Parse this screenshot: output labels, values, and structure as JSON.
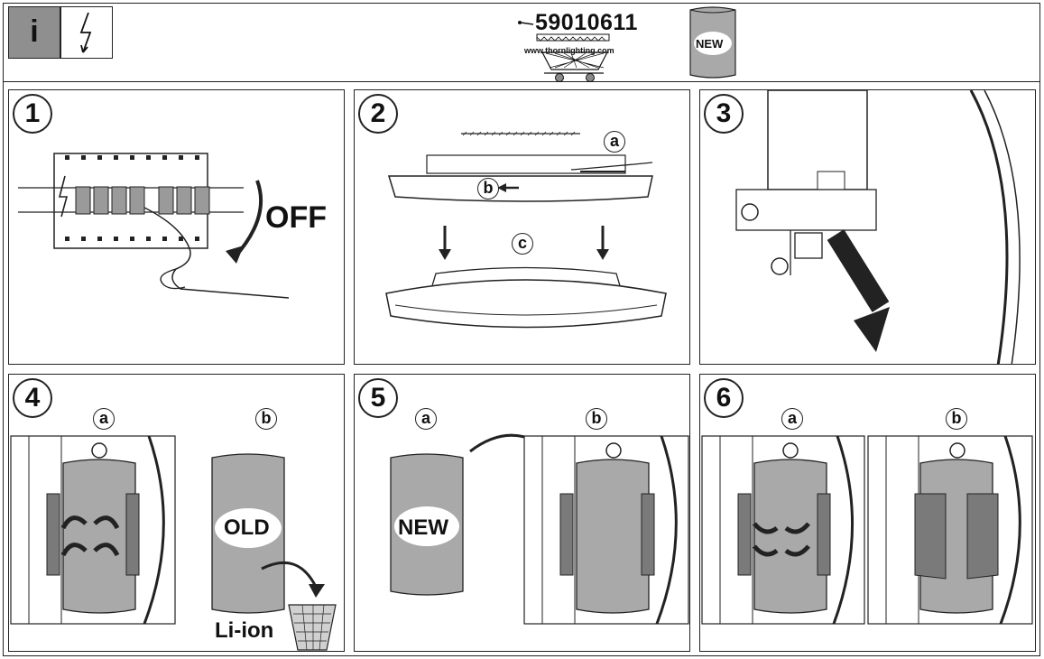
{
  "header": {
    "info_letter": "i",
    "part_number": "59010611",
    "website": "www.thornlighting.com",
    "new_badge": "NEW"
  },
  "steps": [
    {
      "number": "1",
      "label": "OFF"
    },
    {
      "number": "2",
      "sub": [
        "a",
        "b",
        "c"
      ]
    },
    {
      "number": "3"
    },
    {
      "number": "4",
      "sub": [
        "a",
        "b"
      ],
      "old_label": "OLD",
      "battery_type": "Li-ion"
    },
    {
      "number": "5",
      "sub": [
        "a",
        "b"
      ],
      "new_label": "NEW"
    },
    {
      "number": "6",
      "sub": [
        "a",
        "b"
      ]
    }
  ],
  "colors": {
    "battery": "#a9a9a9",
    "info_box": "#8f8f8f",
    "clip": "#7a7a7a"
  }
}
